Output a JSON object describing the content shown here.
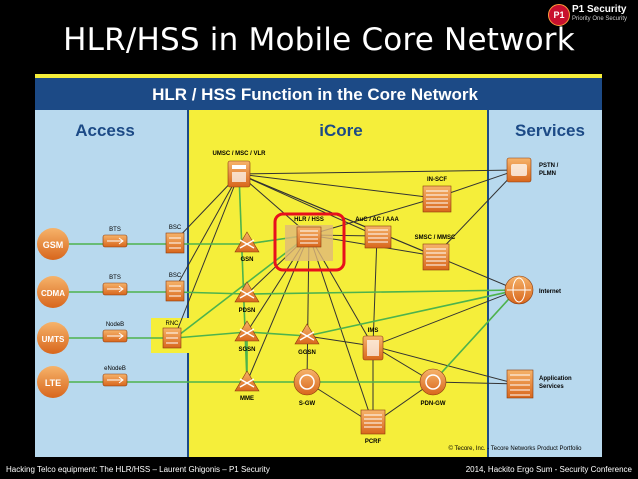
{
  "slide": {
    "title": "HLR/HSS in Mobile Core Network",
    "footer_left": "Hacking Telco equipment: The HLR/HSS – Laurent Ghigonis – P1 Security",
    "footer_right": "2014, Hackito Ergo Sum - Security Conference"
  },
  "logo": {
    "badge": "P1",
    "name": "P1 Security",
    "tagline": "Priority One Security"
  },
  "diagram": {
    "title": "HLR / HSS Function in the Core Network",
    "zones": {
      "access": "Access",
      "icore": "iCore",
      "services": "Services"
    },
    "access_networks": [
      "GSM",
      "CDMA",
      "UMTS",
      "LTE"
    ],
    "access_nodes": [
      "BTS",
      "BTS",
      "NodeB",
      "eNodeB"
    ],
    "controllers": [
      "BSC",
      "BSC",
      "RNC"
    ],
    "core_nodes": {
      "umsc": "UMSC / MSC / VLR",
      "hlr": "HLR / HSS",
      "auc": "AuC / AC / AAA",
      "inscf": "IN-SCF",
      "smsc": "SMSC / MMSC",
      "gsn": "GSN",
      "pdsn": "PDSN",
      "sgsn": "SGSN",
      "ggsn": "GGSN",
      "ims": "IMS",
      "mme": "MME",
      "sgw": "S-GW",
      "pdngw": "PDN-GW",
      "pcrf": "PCRF"
    },
    "services": {
      "pstn": "PSTN / PLMN",
      "internet": "Internet",
      "apps": "Application Services"
    },
    "copyright": "© Tecore, Inc. - Tecore Networks Product Portfolio",
    "colors": {
      "header": "#1c4a86",
      "access_bg": "#b8d9ee",
      "icore_bg": "#f5ee3a",
      "node_orange": "#e8842e",
      "cloud_orange": "#e87a2a",
      "link_green": "#4db34d",
      "link_dark": "#333333",
      "highlight": "#e8101c"
    }
  }
}
